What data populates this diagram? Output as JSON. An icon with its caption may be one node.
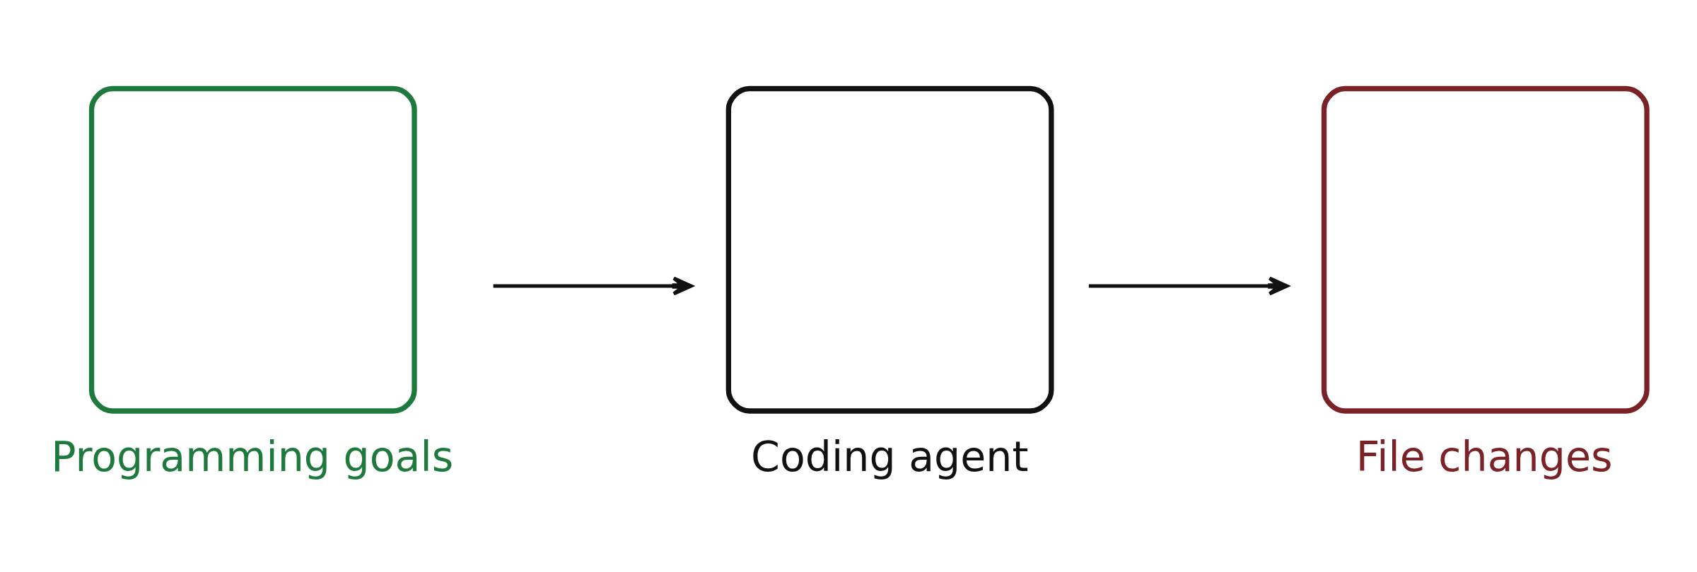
{
  "diagram": {
    "nodes": [
      {
        "text": [
          "Programming goals"
        ]
      },
      {
        "text": [
          "Coding agent"
        ]
      },
      {
        "text": [
          "File changes"
        ]
      }
    ],
    "edges": [
      {
        "from": 0,
        "to": 1,
        "arrow": "to"
      },
      {
        "from": 1,
        "to": 2,
        "arrow": "to"
      }
    ]
  }
}
